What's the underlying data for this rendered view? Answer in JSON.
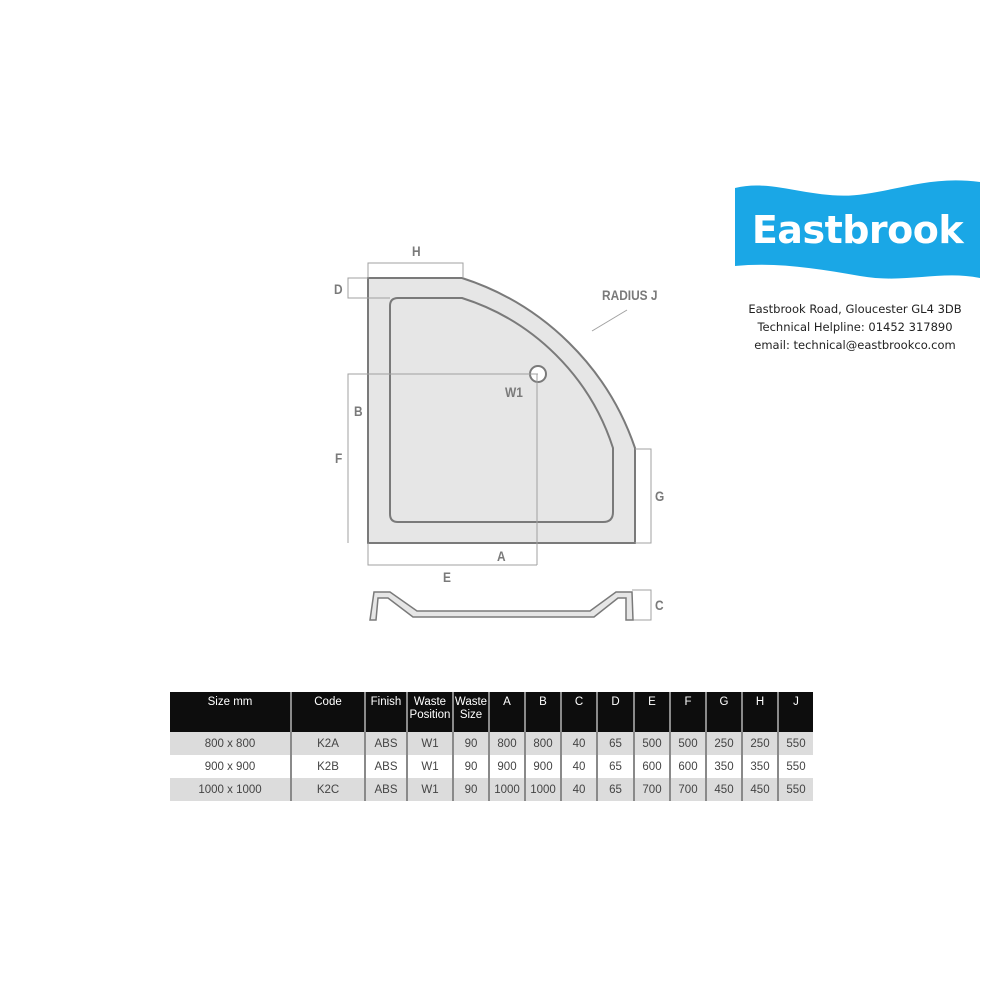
{
  "brand": {
    "name": "Eastbrook",
    "color": "#1aa7e6",
    "address": "Eastbrook Road, Gloucester GL4 3DB",
    "helpline": "Technical Helpline: 01452 317890",
    "email": "email: technical@eastbrookco.com"
  },
  "diagram": {
    "labels": {
      "H": "H",
      "D": "D",
      "radius": "RADIUS J",
      "W1": "W1",
      "B": "B",
      "F": "F",
      "G": "G",
      "A": "A",
      "E": "E",
      "C": "C"
    },
    "colors": {
      "fill": "#e6e6e6",
      "outline": "#7a7a7a",
      "dimline": "#a0a0a0"
    }
  },
  "table": {
    "headers": [
      "Size mm",
      "Code",
      "Finish",
      "Waste Position",
      "Waste Size",
      "A",
      "B",
      "C",
      "D",
      "E",
      "F",
      "G",
      "H",
      "J"
    ],
    "header_lines": [
      [
        "Size mm"
      ],
      [
        "Code"
      ],
      [
        "Finish"
      ],
      [
        "Waste",
        "Position"
      ],
      [
        "Waste",
        "Size"
      ],
      [
        "A"
      ],
      [
        "B"
      ],
      [
        "C"
      ],
      [
        "D"
      ],
      [
        "E"
      ],
      [
        "F"
      ],
      [
        "G"
      ],
      [
        "H"
      ],
      [
        "J"
      ]
    ],
    "rows": [
      [
        "800 x 800",
        "K2A",
        "ABS",
        "W1",
        "90",
        "800",
        "800",
        "40",
        "65",
        "500",
        "500",
        "250",
        "250",
        "550"
      ],
      [
        "900 x 900",
        "K2B",
        "ABS",
        "W1",
        "90",
        "900",
        "900",
        "40",
        "65",
        "600",
        "600",
        "350",
        "350",
        "550"
      ],
      [
        "1000 x 1000",
        "K2C",
        "ABS",
        "W1",
        "90",
        "1000",
        "1000",
        "40",
        "65",
        "700",
        "700",
        "450",
        "450",
        "550"
      ]
    ]
  }
}
